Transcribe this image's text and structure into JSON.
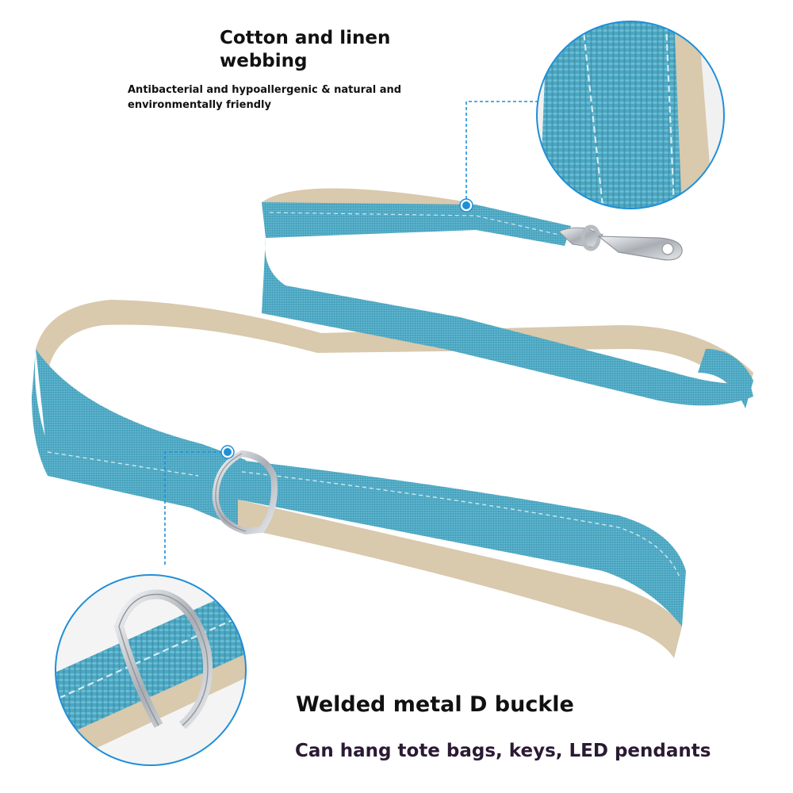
{
  "top_callout": {
    "title_line1": "Cotton and linen",
    "title_line2": "webbing",
    "description_line1": "Antibacterial and hypoallergenic & natural and",
    "description_line2": "environmentally friendly"
  },
  "bottom_callout": {
    "title": "Welded metal D buckle",
    "description": "Can hang tote bags, keys, LED pendants"
  },
  "colors": {
    "strap_blue": "#4fa9c4",
    "strap_back": "#d9c9ad",
    "callout_line": "#1f8fd8",
    "metal": "#c9cdd2"
  }
}
